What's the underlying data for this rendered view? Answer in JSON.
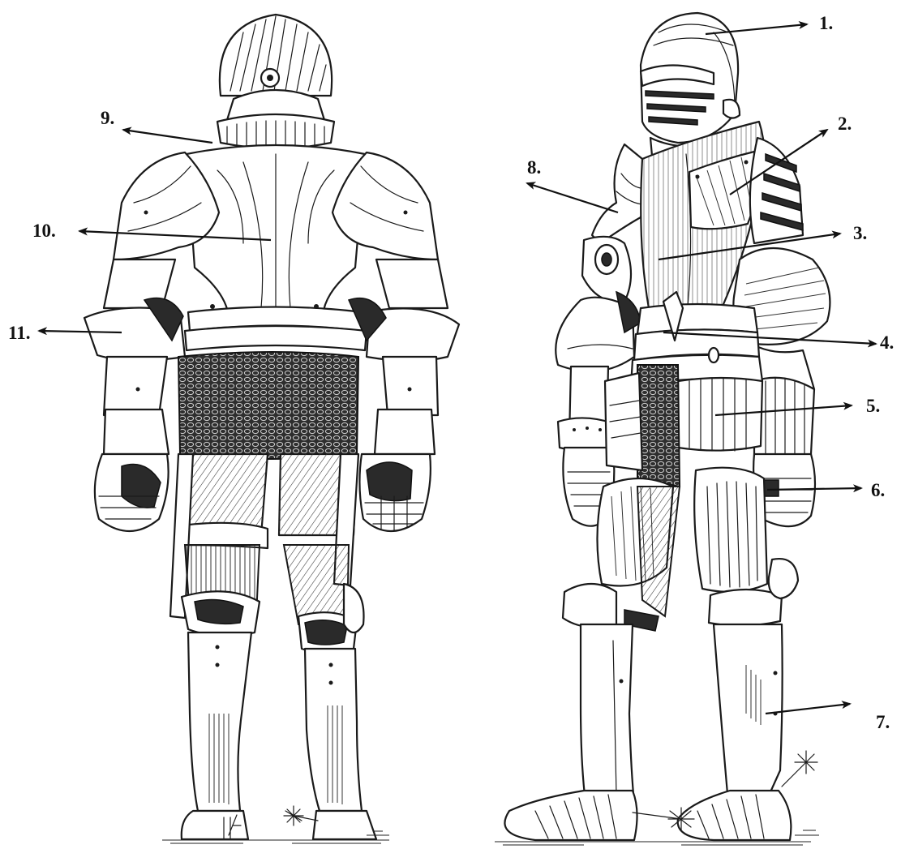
{
  "callouts": {
    "c1": "1.",
    "c2": "2.",
    "c3": "3.",
    "c4": "4.",
    "c5": "5.",
    "c6": "6.",
    "c7": "7.",
    "c8": "8.",
    "c9": "9.",
    "c10": "10.",
    "c11": "11."
  },
  "figures": {
    "left": "armor-rear-view",
    "right": "armor-front-three-quarter-view"
  },
  "colors": {
    "ink": "#1a1a1a",
    "paper": "#ffffff",
    "mail": "#3a3a3a"
  }
}
